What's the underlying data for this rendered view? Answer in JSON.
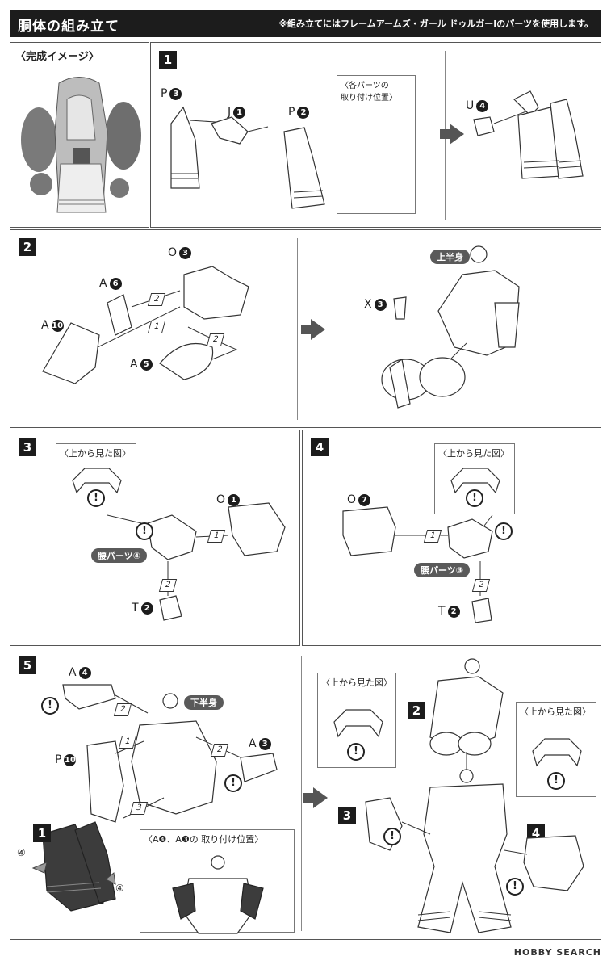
{
  "header": {
    "title": "胴体の組み立て",
    "note": "※組み立てにはフレームアームズ・ガール ドゥルガーⅠのパーツを使用します。"
  },
  "completed_image": {
    "label": "〈完成イメージ〉"
  },
  "step1": {
    "num": "1",
    "parts": [
      {
        "letter": "P",
        "no": "3"
      },
      {
        "letter": "J",
        "no": "1"
      },
      {
        "letter": "P",
        "no": "2"
      },
      {
        "letter": "U",
        "no": "4"
      }
    ],
    "callout": "〈各パーツの\n取り付け位置〉"
  },
  "step2": {
    "num": "2",
    "parts": [
      {
        "letter": "O",
        "no": "3"
      },
      {
        "letter": "A",
        "no": "6"
      },
      {
        "letter": "A",
        "no": "10"
      },
      {
        "letter": "A",
        "no": "5"
      },
      {
        "letter": "X",
        "no": "3"
      }
    ],
    "badge": "上半身",
    "seq": [
      "1",
      "2",
      "2"
    ]
  },
  "step3": {
    "num": "3",
    "callout": "〈上から見た図〉",
    "parts": [
      {
        "letter": "O",
        "no": "1"
      },
      {
        "letter": "T",
        "no": "2"
      }
    ],
    "badge": "腰パーツ④",
    "seq": [
      "1",
      "2"
    ]
  },
  "step4": {
    "num": "4",
    "callout": "〈上から見た図〉",
    "parts": [
      {
        "letter": "O",
        "no": "7"
      },
      {
        "letter": "T",
        "no": "2"
      }
    ],
    "badge": "腰パーツ③",
    "seq": [
      "1",
      "2"
    ]
  },
  "step5": {
    "num": "5",
    "parts": [
      {
        "letter": "A",
        "no": "4"
      },
      {
        "letter": "P",
        "no": "10"
      },
      {
        "letter": "A",
        "no": "3"
      }
    ],
    "badge": "下半身",
    "seq": [
      "2",
      "1",
      "2",
      "3"
    ],
    "sub_step": "1",
    "side_marks": [
      "4",
      "4"
    ],
    "callout_pos": "〈A❹、A❸の 取り付け位置〉",
    "callout_top_left": "〈上から見た図〉",
    "callout_top_right": "〈上から見た図〉",
    "assembly_labels": [
      "2",
      "3",
      "4"
    ]
  },
  "warning_symbol": "!",
  "watermark": "HOBBY SEARCH",
  "colors": {
    "header_bg": "#1c1c1c",
    "part_dark": "#3c3c3c",
    "arrow": "#555555"
  }
}
